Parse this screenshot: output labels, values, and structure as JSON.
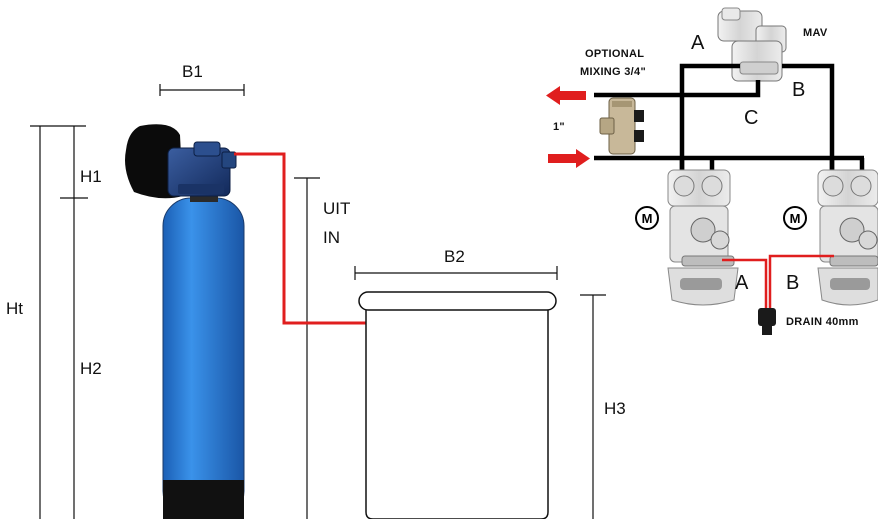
{
  "dimensions": {
    "b1": "B1",
    "b2": "B2",
    "h1": "H1",
    "h2": "H2",
    "h3": "H3",
    "ht": "Ht"
  },
  "flow": {
    "out": "UIT",
    "in": "IN"
  },
  "valve_schematic": {
    "mav": "MAV",
    "optional_mixing_line1": "OPTIONAL",
    "optional_mixing_line2": "MIXING 3/4\"",
    "pipe_size": "1\"",
    "port_a_top": "A",
    "port_b_top": "B",
    "port_c": "C",
    "port_a_bottom": "A",
    "port_b_bottom": "B",
    "motor_left": "M",
    "motor_right": "M",
    "drain": "DRAIN 40mm"
  },
  "colors": {
    "tank": "#2f7fd6",
    "tank_base": "#111111",
    "valve_head": "#1f3f7a",
    "valve_cap": "#0b0b0b",
    "supply_line": "#e01e1e",
    "arrow": "#e01e1e"
  }
}
